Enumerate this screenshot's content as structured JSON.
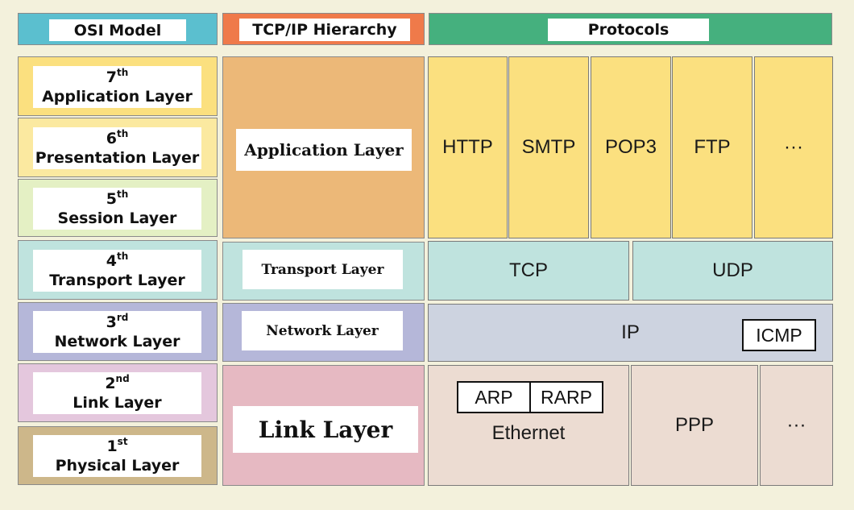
{
  "headers": {
    "osi": "OSI Model",
    "tcpip": "TCP/IP Hierarchy",
    "protocols": "Protocols"
  },
  "osi_layers": [
    {
      "ordinal_num": "7",
      "ordinal_suffix": "th",
      "name": "Application Layer"
    },
    {
      "ordinal_num": "6",
      "ordinal_suffix": "th",
      "name": "Presentation Layer"
    },
    {
      "ordinal_num": "5",
      "ordinal_suffix": "th",
      "name": "Session Layer"
    },
    {
      "ordinal_num": "4",
      "ordinal_suffix": "th",
      "name": "Transport Layer"
    },
    {
      "ordinal_num": "3",
      "ordinal_suffix": "rd",
      "name": "Network Layer"
    },
    {
      "ordinal_num": "2",
      "ordinal_suffix": "nd",
      "name": "Link Layer"
    },
    {
      "ordinal_num": "1",
      "ordinal_suffix": "st",
      "name": "Physical Layer"
    }
  ],
  "tcpip_layers": {
    "application": "Application Layer",
    "transport": "Transport Layer",
    "network": "Network Layer",
    "link": "Link Layer"
  },
  "protocols": {
    "application": [
      "HTTP",
      "SMTP",
      "POP3",
      "FTP",
      "···"
    ],
    "transport": [
      "TCP",
      "UDP"
    ],
    "network_main": "IP",
    "network_box": "ICMP",
    "link_arp": "ARP",
    "link_rarp": "RARP",
    "link_ethernet": "Ethernet",
    "link_ppp": "PPP",
    "link_more": "···"
  },
  "colors": {
    "osi_header": "#5bbfcf",
    "tcpip_header": "#ef7a4a",
    "protocols_header": "#45b07e",
    "application": "#fbe07f",
    "app_tcpip": "#ecb878",
    "presentation": "#fbe9a0",
    "session": "#e4f0c4",
    "transport": "#bfe3de",
    "network": "#b5b7d9",
    "link": "#e4c7dd",
    "physical": "#cdb78a",
    "link_tcpip": "#e6b9c2",
    "network_proto": "#cdd3e0",
    "link_proto": "#ecdcd2"
  }
}
